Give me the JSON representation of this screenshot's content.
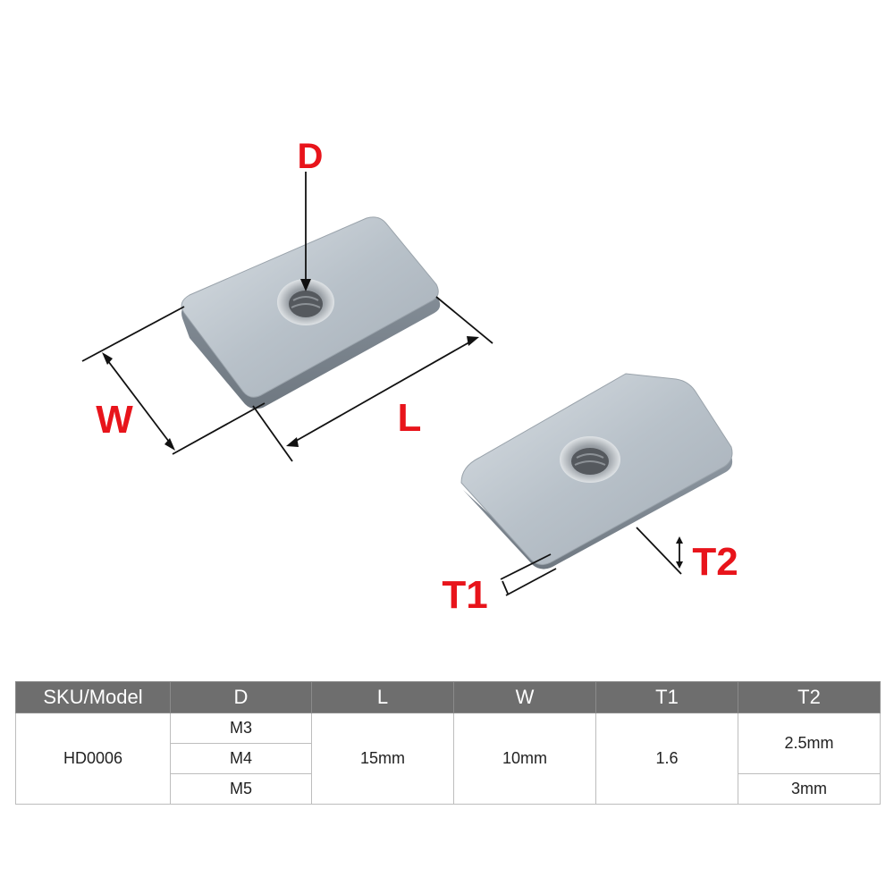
{
  "labels": {
    "d": "D",
    "w": "W",
    "l": "L",
    "t1": "T1",
    "t2": "T2"
  },
  "colors": {
    "label_red": "#e8141b",
    "header_gray": "#6e6e6e",
    "metal": "#b9c2ca"
  },
  "table": {
    "headers": [
      "SKU/Model",
      "D",
      "L",
      "W",
      "T1",
      "T2"
    ],
    "sku": "HD0006",
    "d_values": [
      "M3",
      "M4",
      "M5"
    ],
    "l": "15mm",
    "w": "10mm",
    "t1": "1.6",
    "t2_values": [
      "2.5mm",
      "3mm"
    ]
  }
}
